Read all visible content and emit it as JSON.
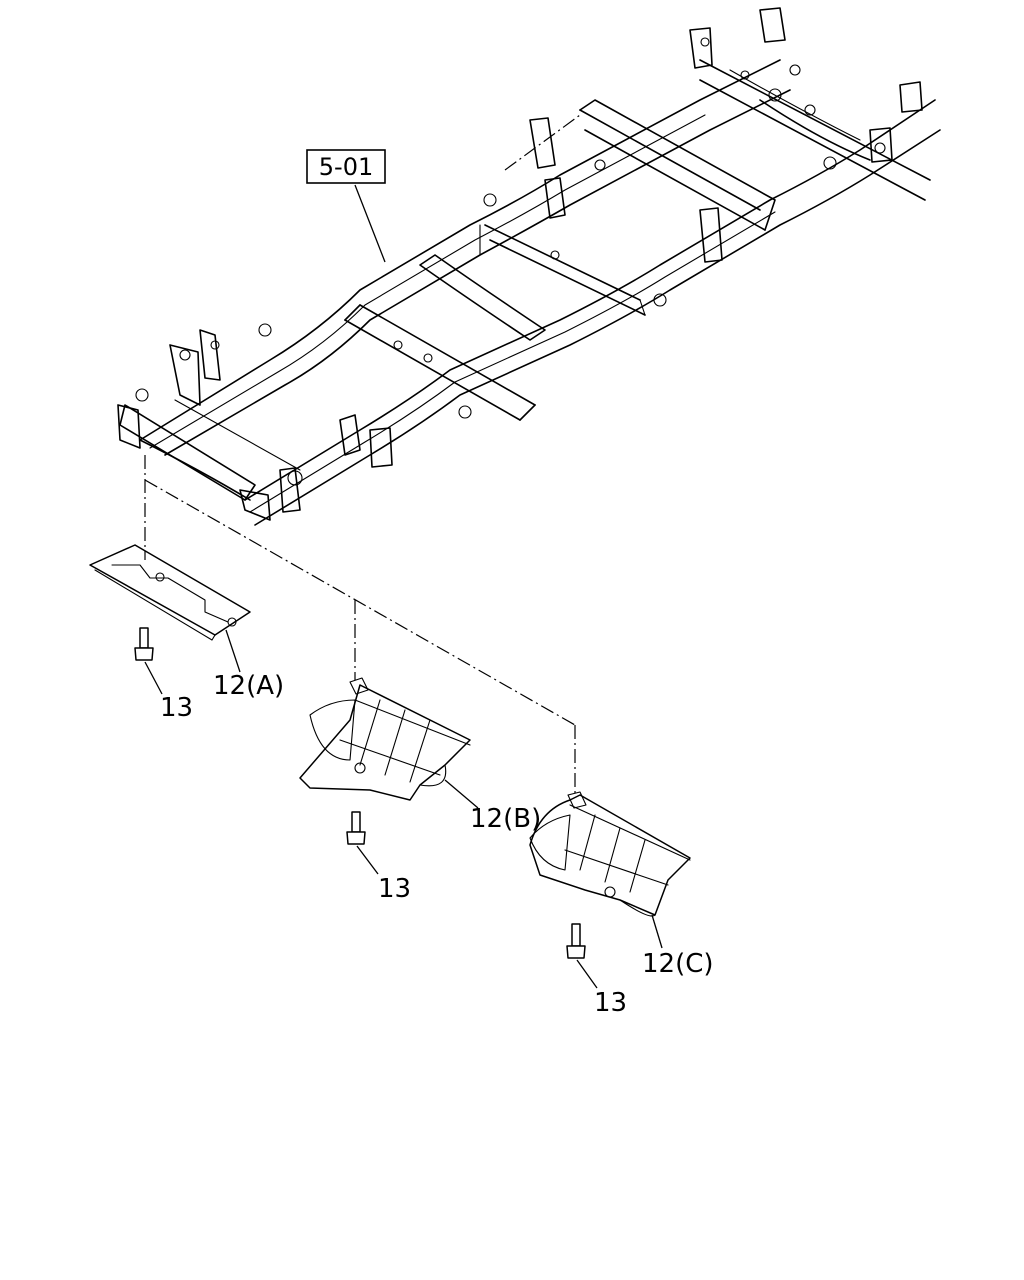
{
  "diagram": {
    "frame_reference": "5-01",
    "parts": {
      "plate_a": "12(A)",
      "plate_b": "12(B)",
      "plate_c": "12(C)"
    },
    "bolt_labels": {
      "bolt_a": "13",
      "bolt_b": "13",
      "bolt_c": "13"
    }
  }
}
